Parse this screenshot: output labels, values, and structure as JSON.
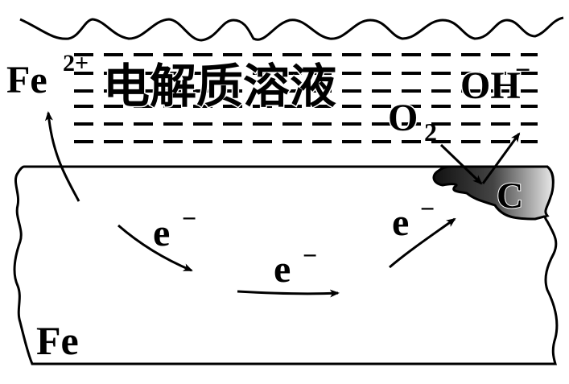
{
  "labels": {
    "fe_ion": "Fe",
    "fe_ion_charge": "2+",
    "electrolyte": "电解质溶液",
    "hydroxide": "OH",
    "hydroxide_charge": "−",
    "oxygen": "O",
    "oxygen_subscript": "2",
    "carbon": "C",
    "electron": "e",
    "electron_charge": "−",
    "iron": "Fe"
  }
}
